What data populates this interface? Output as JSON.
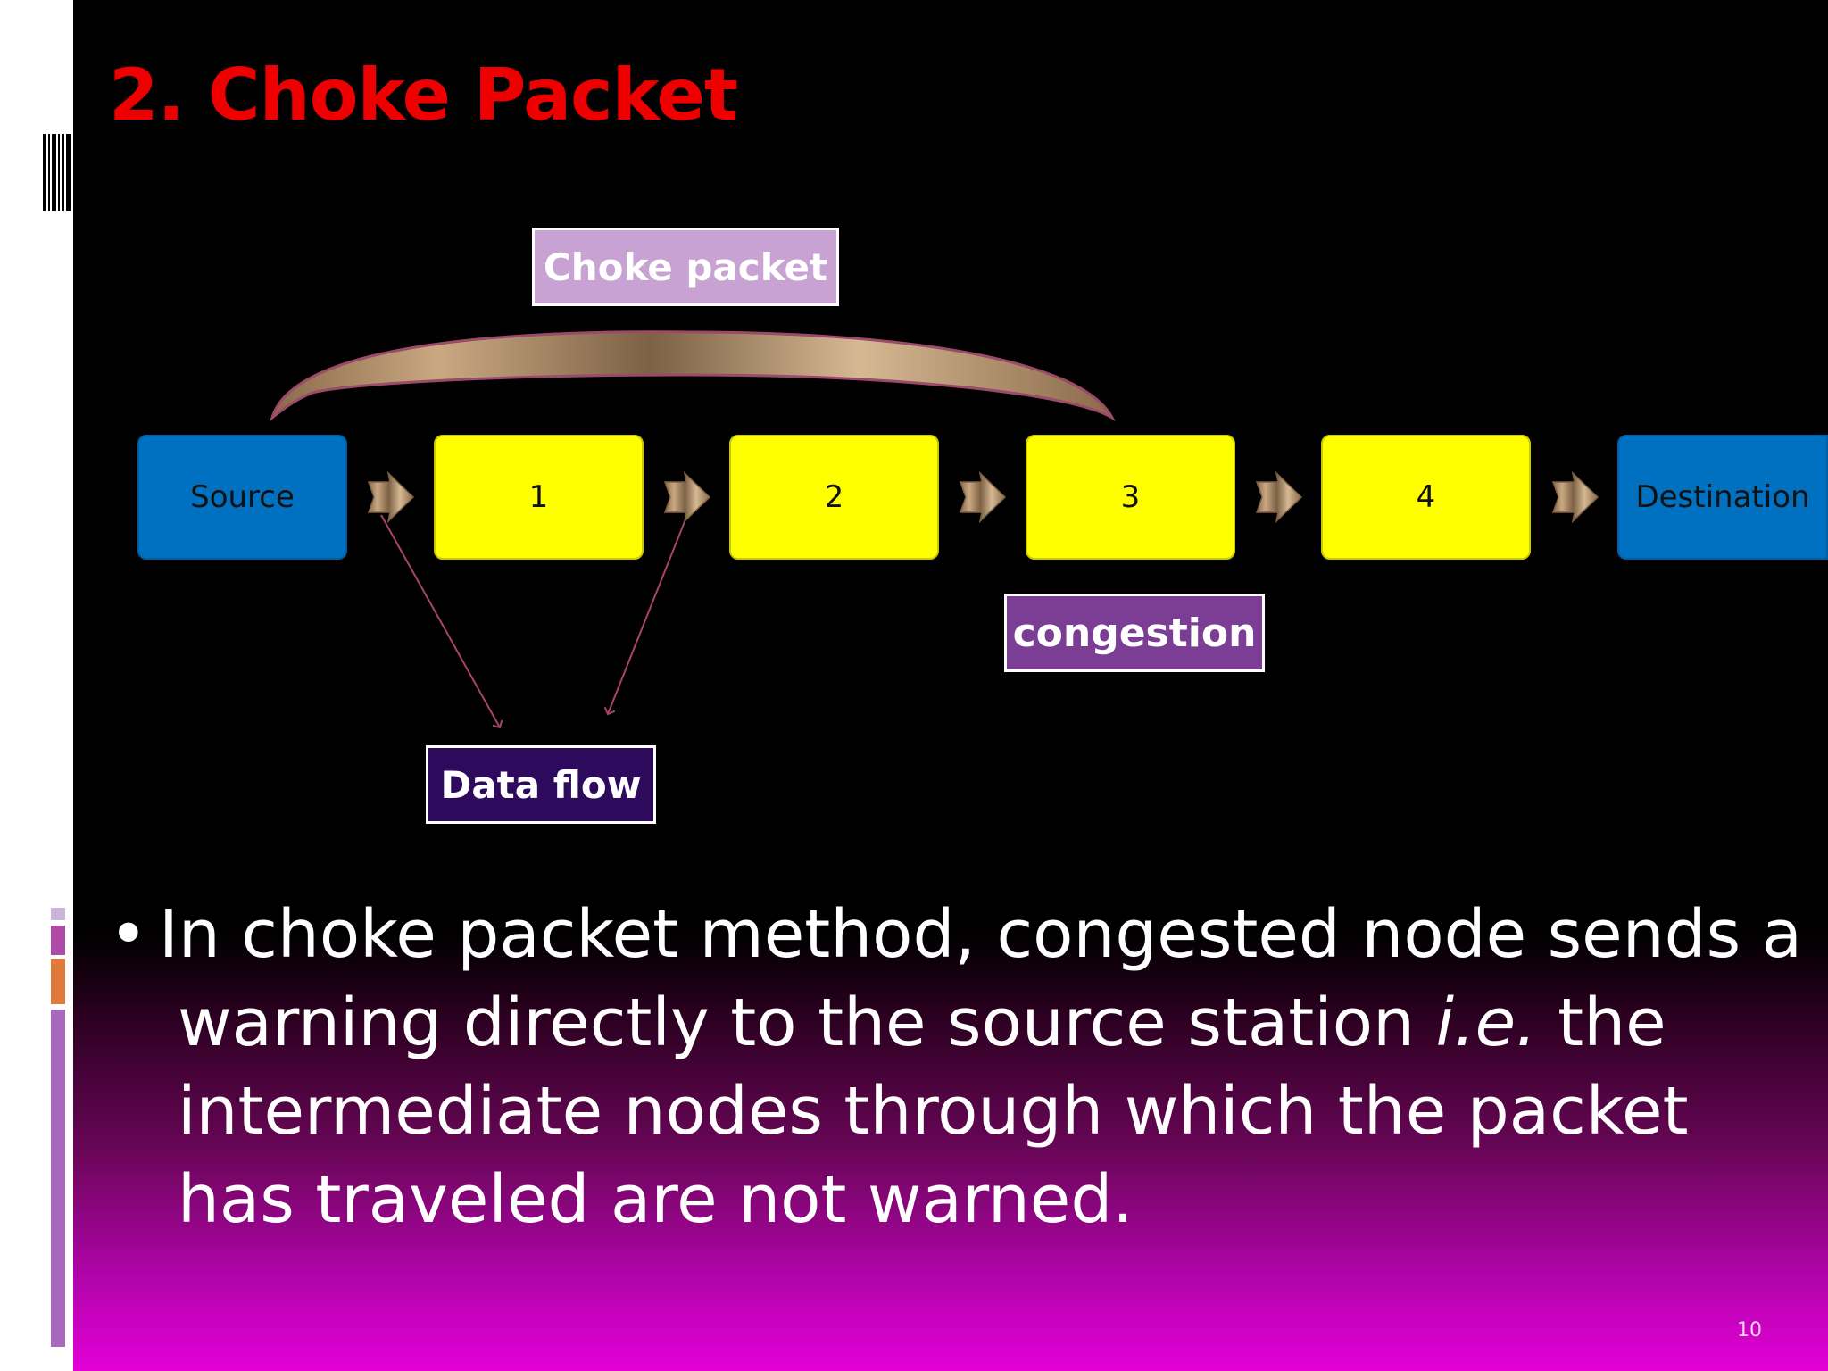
{
  "slide": {
    "title": "2. Choke Packet",
    "page_number": "10"
  },
  "diagram": {
    "nodes": [
      {
        "label": "Source",
        "kind": "endpoint"
      },
      {
        "label": "1",
        "kind": "router"
      },
      {
        "label": "2",
        "kind": "router"
      },
      {
        "label": "3",
        "kind": "router"
      },
      {
        "label": "4",
        "kind": "router"
      },
      {
        "label": "Destination",
        "kind": "endpoint"
      }
    ],
    "labels": {
      "choke_packet": "Choke packet",
      "congestion": "congestion",
      "data_flow": "Data flow"
    },
    "colors": {
      "endpoint": "#0070c0",
      "router": "#ffff00",
      "choke_label_bg": "#c8a2d2",
      "congestion_label_bg": "#7c3d94",
      "dataflow_label_bg": "#2e0a5c",
      "arrow": "#c9a882",
      "pointer": "#a8436a",
      "title": "#ee0000"
    }
  },
  "bullet": {
    "line1": "In choke packet method, congested node sends a",
    "line2_start": "warning directly to the source station ",
    "line2_italic": "i.e.",
    "line2_end": " the",
    "line3": "intermediate nodes through which the packet",
    "line4": "has traveled are not warned."
  }
}
